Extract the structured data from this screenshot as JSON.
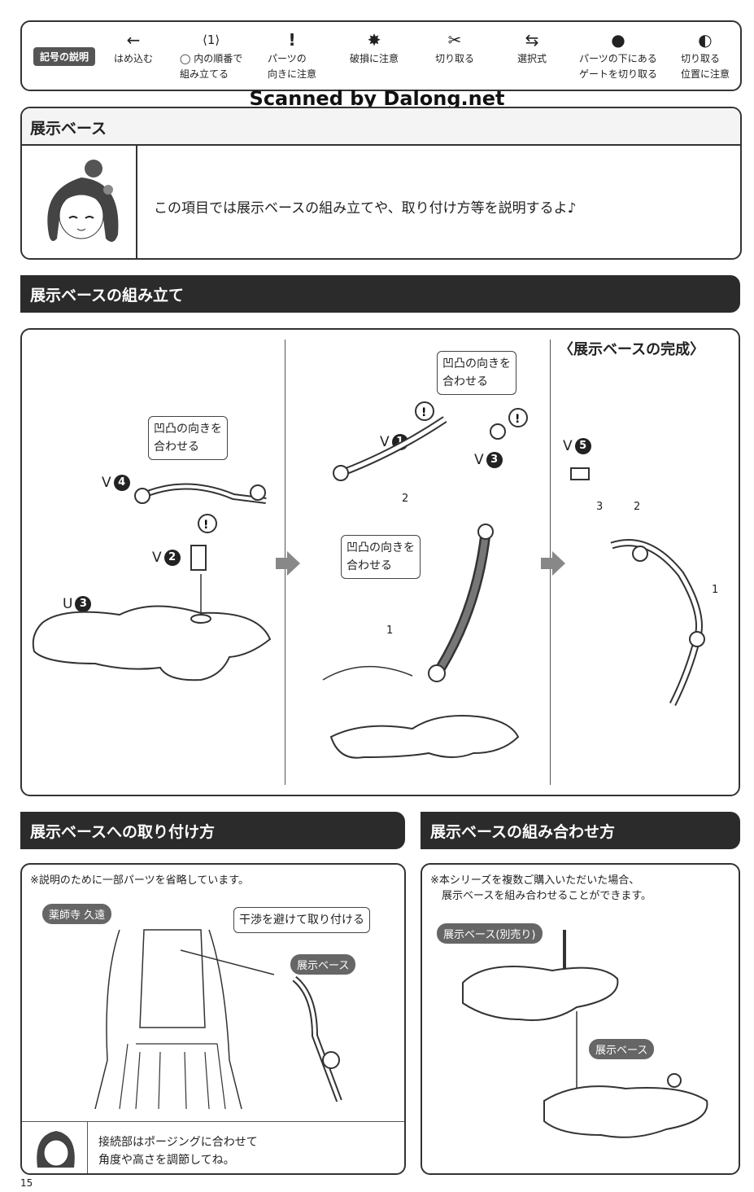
{
  "legend": {
    "title": "記号の説明",
    "items": [
      {
        "icon": "arrow-left-icon",
        "glyph": "←",
        "label": [
          "はめ込む"
        ]
      },
      {
        "icon": "hexagon-number-icon",
        "glyph": "⟨1⟩",
        "label": [
          "◯ 内の順番で",
          "組み立てる"
        ]
      },
      {
        "icon": "exclamation-icon",
        "glyph": "!",
        "label": [
          "パーツの",
          "向きに注意"
        ]
      },
      {
        "icon": "breakage-icon",
        "glyph": "✸",
        "label": [
          "破損に注意"
        ]
      },
      {
        "icon": "cut-icon",
        "glyph": "✂",
        "label": [
          "切り取る"
        ]
      },
      {
        "icon": "alternate-arrows-icon",
        "glyph": "⇆",
        "label": [
          "選択式"
        ]
      },
      {
        "icon": "gate-cut-icon",
        "glyph": "●",
        "label": [
          "パーツの下にある",
          "ゲートを切り取る"
        ]
      },
      {
        "icon": "cut-position-icon",
        "glyph": "◐",
        "label": [
          "切り取る",
          "位置に注意"
        ]
      }
    ]
  },
  "watermark": "Scanned by Dalong.net",
  "intro": {
    "title": "展示ベース",
    "text": "この項目では展示ベースの組み立てや、取り付け方等を説明するよ♪"
  },
  "assembly": {
    "title": "展示ベースの組み立て",
    "panel1": {
      "callout": [
        "凹凸の向きを",
        "合わせる"
      ],
      "parts": [
        "V",
        "4",
        "V",
        "2",
        "U",
        "3"
      ]
    },
    "panel2": {
      "callout_top": [
        "凹凸の向きを",
        "合わせる"
      ],
      "callout_mid": [
        "凹凸の向きを",
        "合わせる"
      ],
      "parts": [
        "V",
        "1",
        "V",
        "3"
      ],
      "steps": [
        "1",
        "2"
      ]
    },
    "panel3": {
      "title": "〈展示ベースの完成〉",
      "parts": [
        "V",
        "5"
      ],
      "steps": [
        "1",
        "2",
        "3"
      ]
    }
  },
  "attach": {
    "title": "展示ベースへの取り付け方",
    "note": "※説明のために一部パーツを省略しています。",
    "character": "薬師寺 久遠",
    "callout": "干渉を避けて取り付ける",
    "base_label": "展示ベース",
    "tip": [
      "接続部はポージングに合わせて",
      "角度や高さを調節してね。"
    ]
  },
  "combine": {
    "title": "展示ベースの組み合わせ方",
    "note": [
      "※本シリーズを複数ご購入いただいた場合、",
      "展示ベースを組み合わせることができます。"
    ],
    "label_sold": "展示ベース(別売り)",
    "label_base": "展示ベース"
  },
  "page_number": "15"
}
